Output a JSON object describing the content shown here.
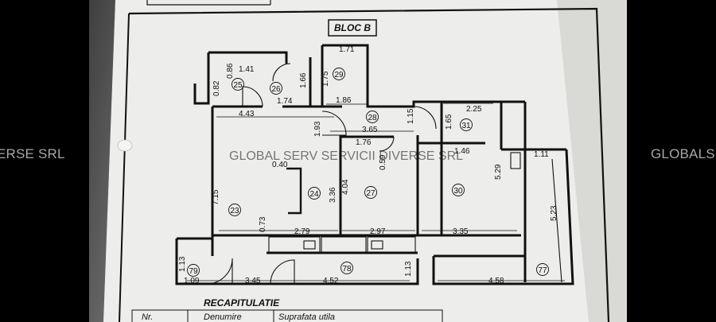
{
  "watermark": {
    "left_fragment": "ERSE SRL",
    "right_fragment": "GLOBALS",
    "center": "GLOBAL SERV SERVICII DIVERSE SRL"
  },
  "plan": {
    "block_label": "BLOC B",
    "section_title": "RECAPITULATIE",
    "table_headers": [
      "Nr.",
      "Denumire",
      "Suprafata utila"
    ],
    "rooms": [
      "23",
      "24",
      "25",
      "26",
      "27",
      "28",
      "29",
      "30",
      "31",
      "77",
      "78",
      "79"
    ],
    "dimensions": {
      "d_1_41": "1.41",
      "d_0_86": "0.86",
      "d_0_82": "0.82",
      "d_1_66": "1.66",
      "d_1_75": "1.75",
      "d_1_71": "1.71",
      "d_1_74": "1.74",
      "d_1_86": "1.86",
      "d_4_43": "4.43",
      "d_1_93": "1.93",
      "d_3_65": "3.65",
      "d_1_15": "1.15",
      "d_2_25": "2.25",
      "d_1_65": "1.65",
      "d_1_76": "1.76",
      "d_1_46": "1.46",
      "d_1_11": "1.11",
      "d_0_40": "0.40",
      "d_0_59": "0.59",
      "d_5_29": "5.29",
      "d_7_15": "7.15",
      "d_4_04": "4.04",
      "d_3_36": "3.36",
      "d_5_23": "5.23",
      "d_0_73": "0.73",
      "d_2_79": "2.79",
      "d_2_97": "2.97",
      "d_3_35": "3.35",
      "d_1_13a": "1.13",
      "d_1_09": "1.09",
      "d_3_45": "3.45",
      "d_4_52": "4.52",
      "d_1_13b": "1.13",
      "d_4_58": "4.58"
    }
  }
}
